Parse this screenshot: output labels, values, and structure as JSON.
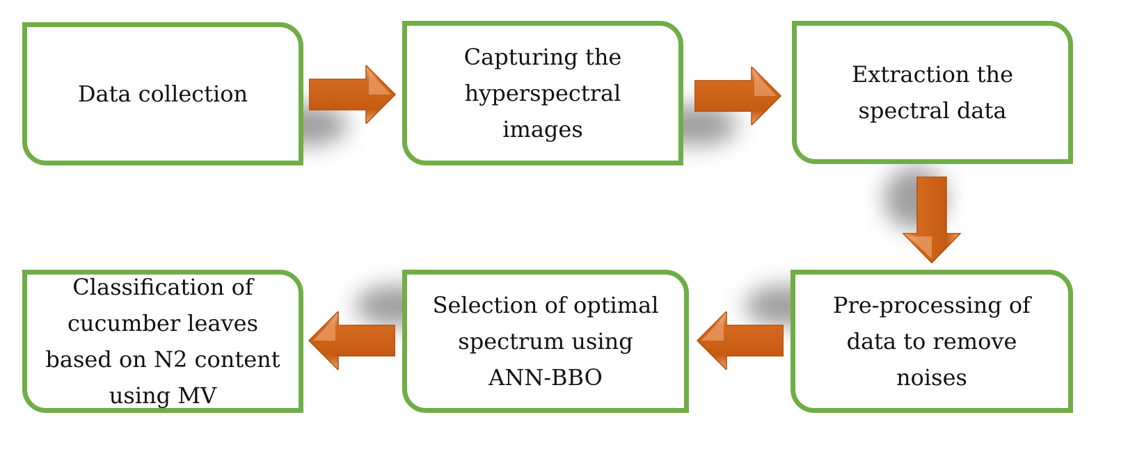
{
  "steps": [
    {
      "id": "data-collection",
      "label": "Data collection"
    },
    {
      "id": "capturing-images",
      "label": "Capturing the\nhyperspectral\nimages"
    },
    {
      "id": "extraction",
      "label": "Extraction the\nspectral data"
    },
    {
      "id": "pre-processing",
      "label": "Pre-processing of\ndata to remove\nnoises"
    },
    {
      "id": "selection",
      "label": "Selection of optimal\nspectrum using\nANN-BBO"
    },
    {
      "id": "classification",
      "label": "Classification of\ncucumber leaves\nbased on N2 content\nusing MV"
    }
  ],
  "colors": {
    "box_border": "#70ad47",
    "arrow_fill": "#c55a11",
    "arrow_highlight": "#f4b183"
  }
}
